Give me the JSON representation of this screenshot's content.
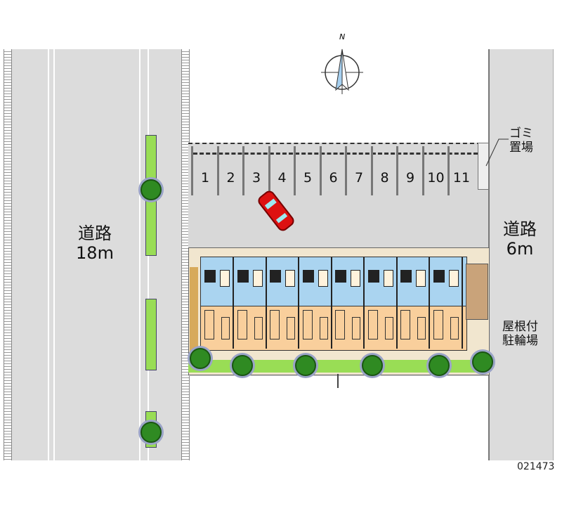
{
  "roads": {
    "left": {
      "name": "道路",
      "width": "18m"
    },
    "right": {
      "name": "道路",
      "width": "6m"
    }
  },
  "parking": {
    "slots": [
      "1",
      "2",
      "3",
      "4",
      "5",
      "6",
      "7",
      "8",
      "9",
      "10",
      "11"
    ]
  },
  "labels": {
    "garbage_line1": "ゴミ",
    "garbage_line2": "置場",
    "bike_line1": "屋根付",
    "bike_line2": "駐輪場"
  },
  "compass": {
    "north": "N"
  },
  "property_id": "021473",
  "colors": {
    "road": "#dcdcdc",
    "lot": "#d8d8d8",
    "room": "#f9cf9c",
    "corridor": "#aad4f0",
    "green": "#99dd55",
    "car": "#dd1111"
  }
}
